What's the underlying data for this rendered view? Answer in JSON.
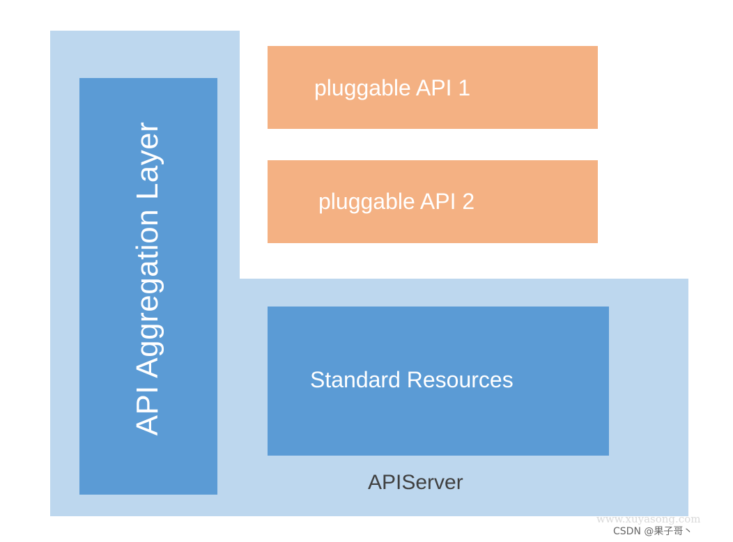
{
  "diagram": {
    "aggregation_layer": "API Aggregation Layer",
    "pluggable_api_1": "pluggable API 1",
    "pluggable_api_2": "pluggable API 2",
    "standard_resources": "Standard Resources",
    "apiserver": "APIServer"
  },
  "watermark": {
    "url": "www.xuyasong.com",
    "csdn": "CSDN @果子哥丶"
  },
  "colors": {
    "light_blue": "#bdd7ee",
    "mid_blue": "#5b9bd5",
    "orange": "#f4b183",
    "label_dark": "#404040"
  }
}
